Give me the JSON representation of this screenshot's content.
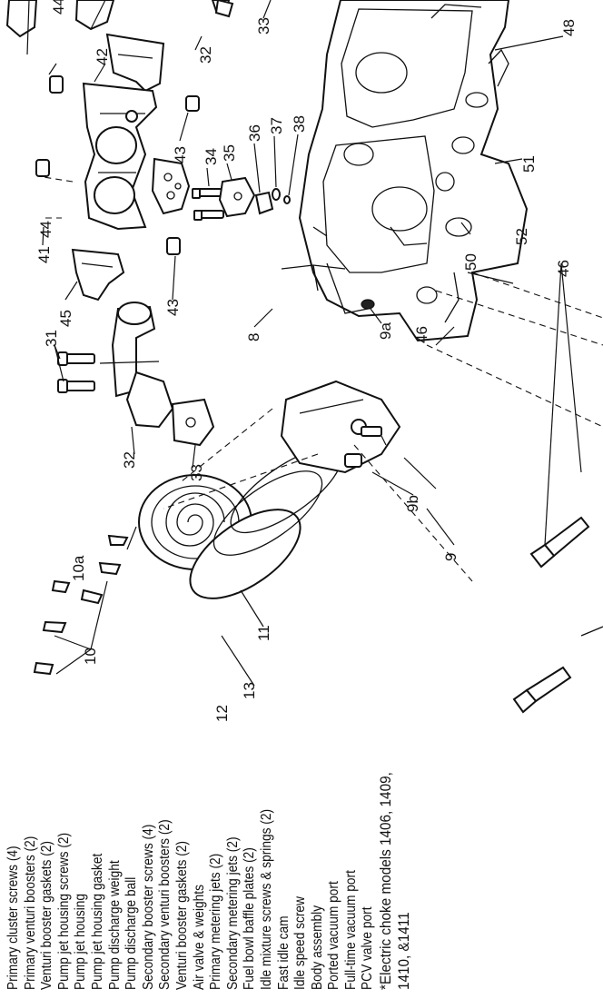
{
  "parts_list": [
    "Primary cluster screws (4)",
    "Primary venturi boosters (2)",
    "Venturi booster gaskets (2)",
    "Pump jet housing screws (2)",
    "Pump jet housing",
    "Pump jet housing gasket",
    "Pump discharge weight",
    "Pump discharge ball",
    "Secondary booster screws (4)",
    "Secondary venturi boosters (2)",
    "Venturi booster gaskets (2)",
    "Air valve & weights",
    "Primary metering jets (2)",
    "Secondary metering jets (2)",
    "Fuel bowl baffle plates (2)",
    "Idle mixture screws & springs (2)",
    "Fast idle cam",
    "Idle speed screw",
    "Body assembly",
    "Ported vacuum port",
    "Full-time vacuum port",
    "PCV valve port"
  ],
  "footnote_lines": [
    "*Electric choke models 1406, 1409,",
    "1410, &1411"
  ],
  "callouts": [
    "31",
    "32",
    "33",
    "34",
    "35",
    "36",
    "37",
    "38",
    "41",
    "42",
    "43",
    "43",
    "44",
    "44",
    "45",
    "46",
    "46",
    "48",
    "50",
    "51",
    "52",
    "8",
    "9",
    "9a",
    "9b",
    "10",
    "10a",
    "11",
    "12",
    "13",
    "32",
    "33"
  ]
}
